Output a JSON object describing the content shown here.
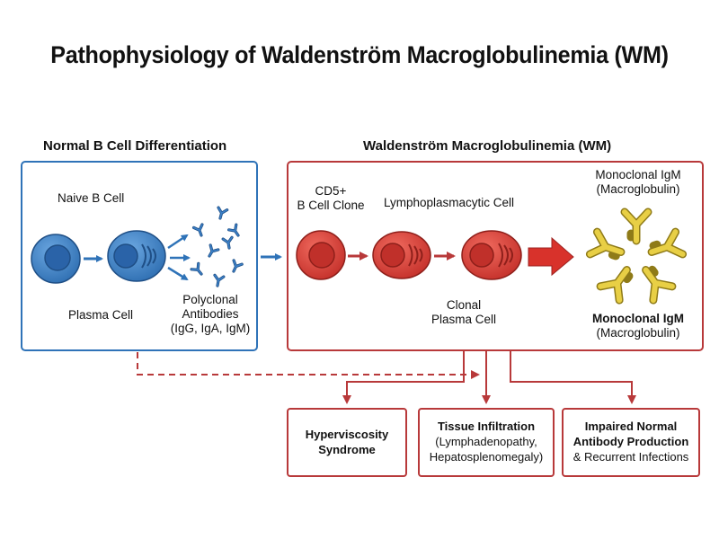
{
  "title": "Pathophysiology of Waldenström Macroglobulinemia (WM)",
  "normal": {
    "heading": "Normal B Cell Differentiation",
    "naive_b_cell": "Naive B Cell",
    "plasma_cell": "Plasma Cell",
    "polyclonal_line1": "Polyclonal",
    "polyclonal_line2": "Antibodies",
    "polyclonal_line3": "(IgG, IgA, IgM)"
  },
  "wm": {
    "heading": "Waldenström Macroglobulinemia (WM)",
    "cd5_line1": "CD5+",
    "cd5_line2": "B Cell Clone",
    "lymphoplasmacytic": "Lymphoplasmacytic Cell",
    "clonal_line1": "Clonal",
    "clonal_line2": "Plasma Cell",
    "igm_top_line1": "Monoclonal IgM",
    "igm_top_line2": "(Macroglobulin)",
    "igm_bottom_line1": "Monoclonal IgM",
    "igm_bottom_line2": "(Macroglobulin)"
  },
  "outcomes": [
    {
      "line1": "Hyperviscosity",
      "line2": "Syndrome",
      "line3": ""
    },
    {
      "line1": "Tissue Infiltration",
      "line2": "(Lymphadenopathy,",
      "line3": "Hepatosplenomegaly)"
    },
    {
      "line1": "Impaired Normal",
      "line2": "Antibody Production",
      "line3": "& Recurrent Infections"
    }
  ],
  "colors": {
    "blue": "#2f73b8",
    "blue_fill": "#3d82c9",
    "red": "#c0392b",
    "red_fill": "#d9403a",
    "gold": "#e0c53a",
    "dark_red_box": "#b8393a"
  }
}
